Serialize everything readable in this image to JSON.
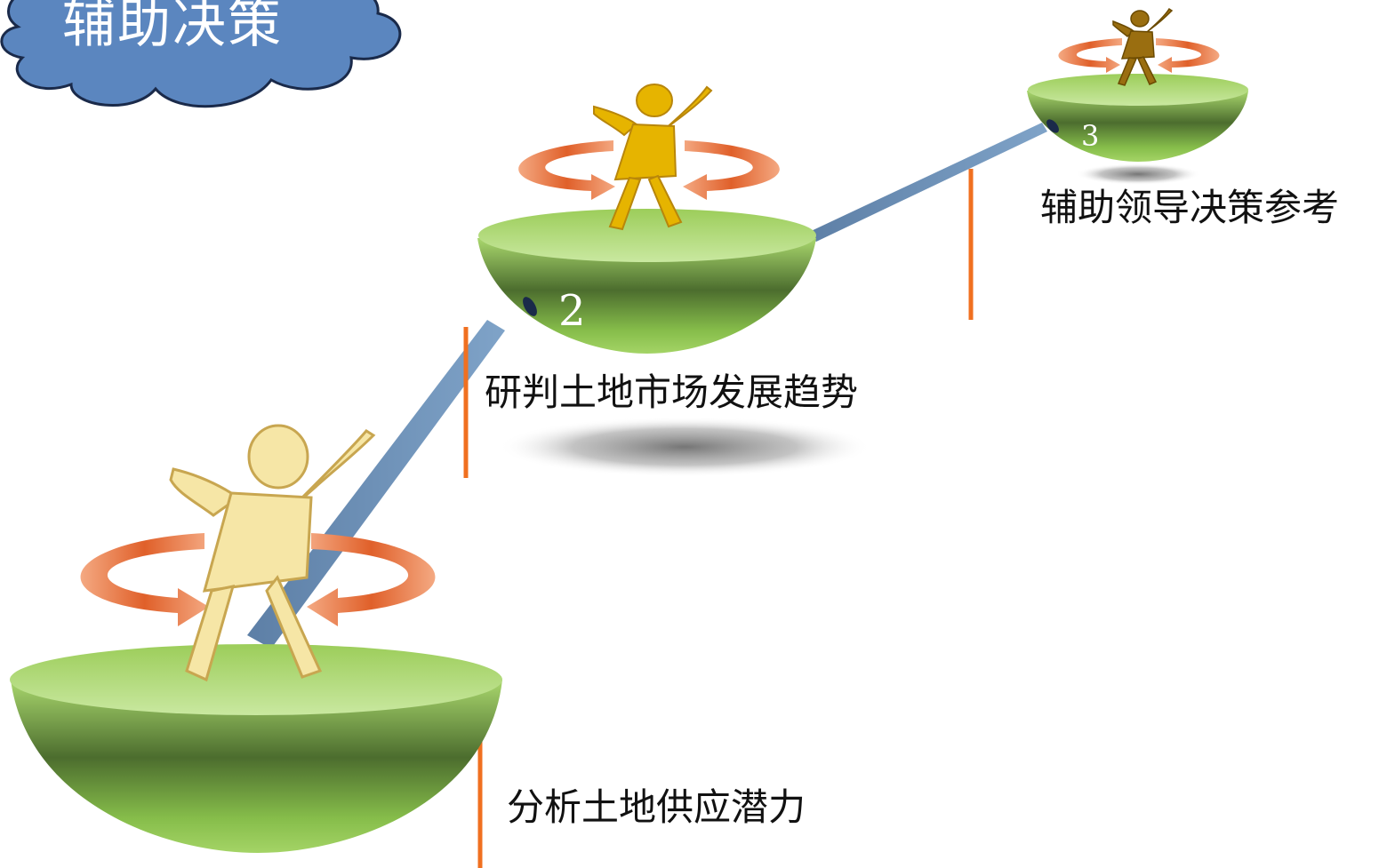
{
  "title": "辅助决策",
  "steps": [
    {
      "number": "",
      "label": "分析土地供应潜力"
    },
    {
      "number": "2",
      "label": "研判土地市场发展趋势"
    },
    {
      "number": "3",
      "label": "辅助领导决策参考"
    }
  ],
  "colors": {
    "cloud": "#5b86bf",
    "cloud_outline": "#1a2a4a",
    "bowl_top": "#a8d46a",
    "bowl_mid": "#4f7030",
    "connector": "#6f93b8",
    "marker_line": "#f07020",
    "arrow_orange": "#f07a3a",
    "figure_large": "#f6e6a6",
    "figure_medium": "#e6b400",
    "figure_small": "#9a6e10"
  },
  "icons": [
    "cloud-shape",
    "person-cheering-icon",
    "rotate-arrows-icon",
    "hemisphere-platform"
  ]
}
